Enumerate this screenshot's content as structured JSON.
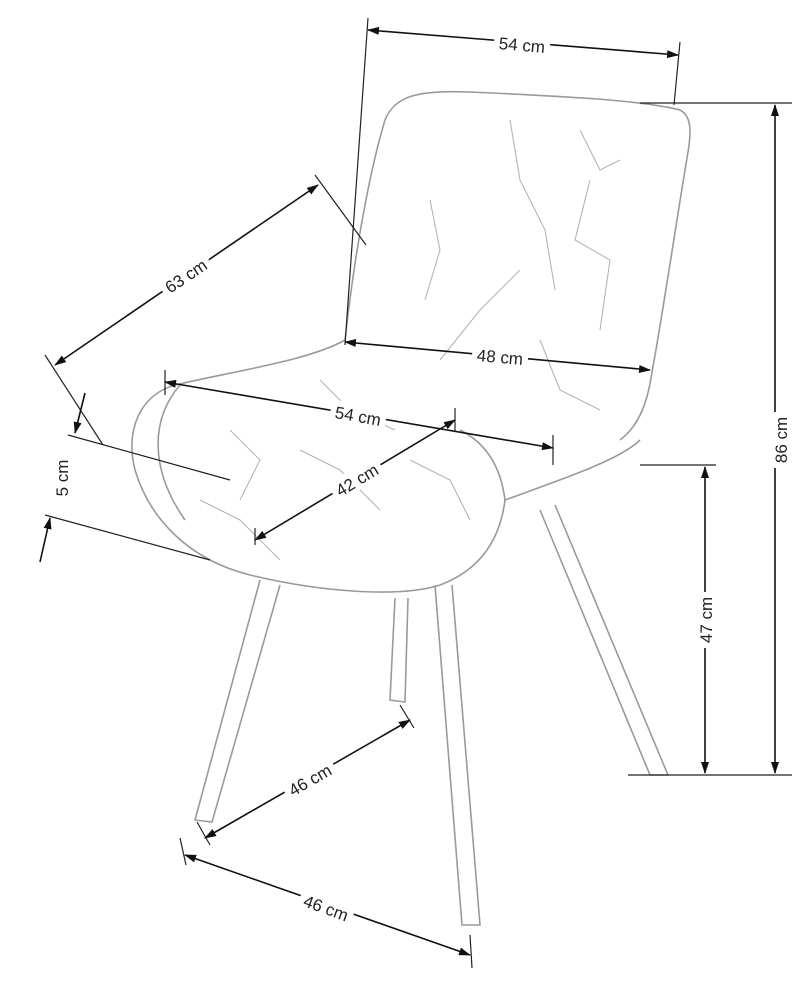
{
  "dimensions": {
    "back_top_width": "54 cm",
    "overall_depth": "63 cm",
    "back_inner_width": "48 cm",
    "seat_width": "54 cm",
    "seat_depth": "42 cm",
    "seat_thickness": "5 cm",
    "total_height": "86 cm",
    "seat_height": "47 cm",
    "leg_spread_side": "46 cm",
    "leg_spread_front": "46 cm"
  },
  "colors": {
    "outline": "#9a9a9a",
    "dimension_line": "#111111"
  }
}
